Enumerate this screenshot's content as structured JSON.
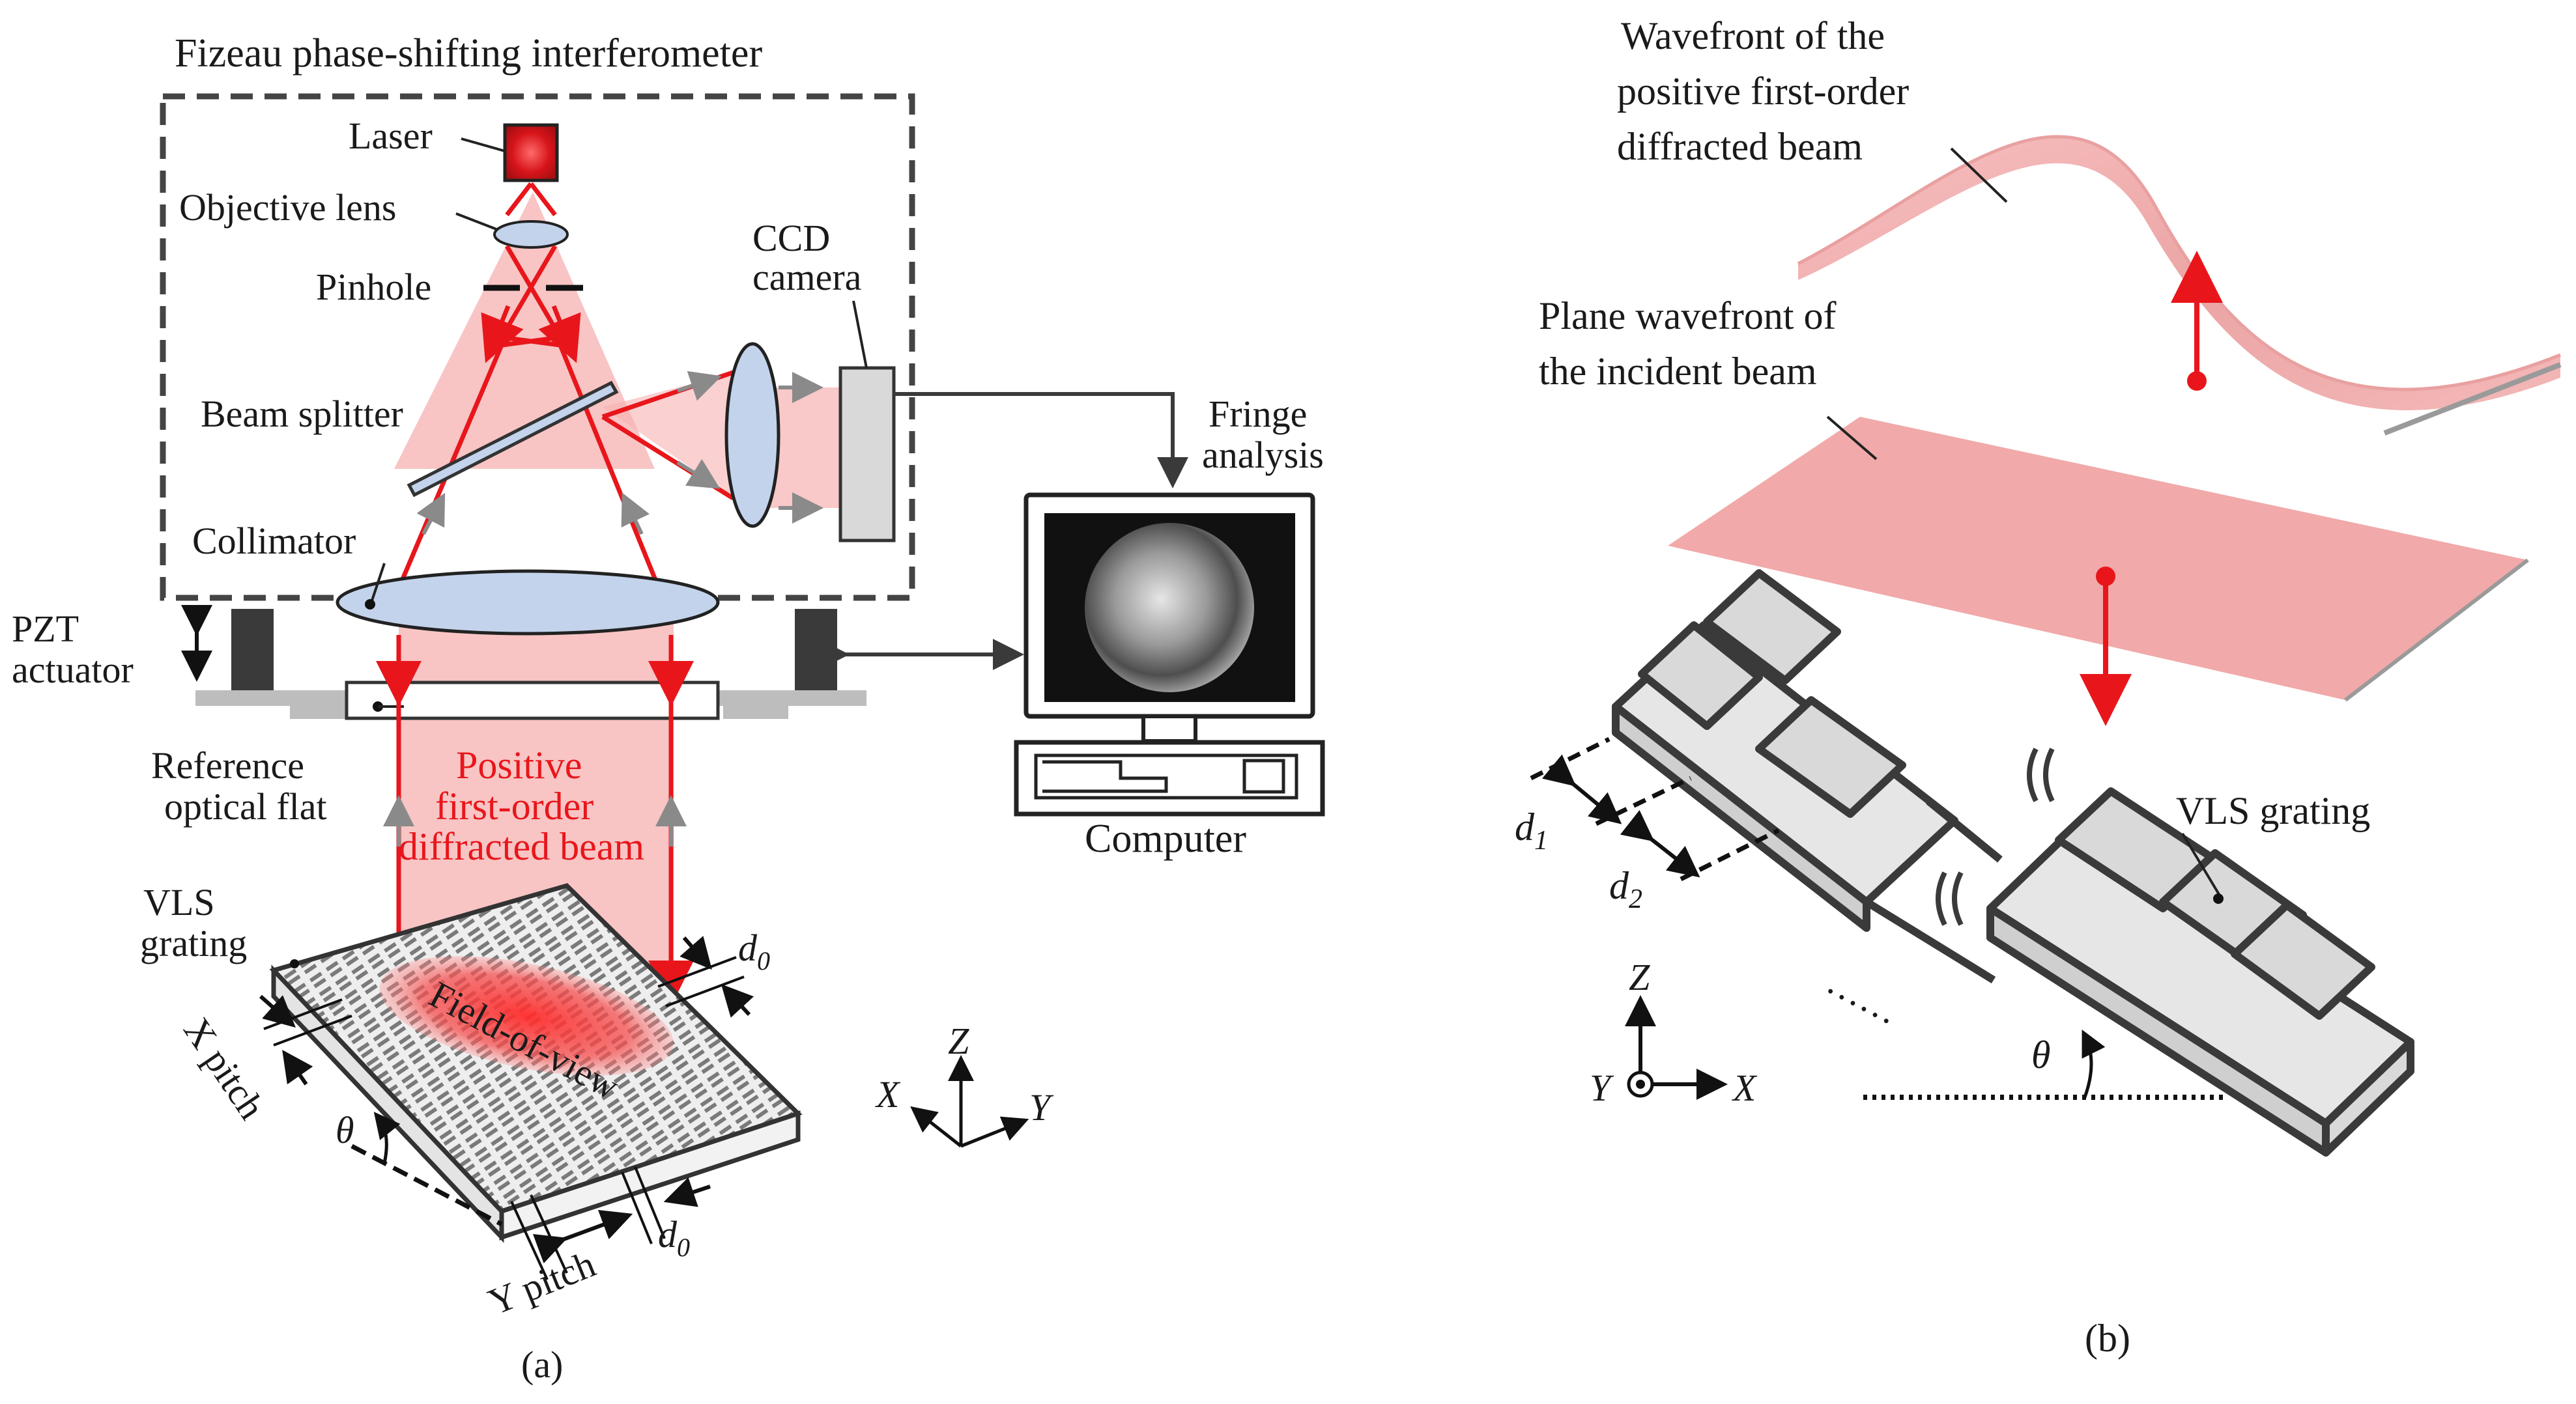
{
  "panel_a": {
    "title": "Fizeau phase-shifting interferometer",
    "laser": "Laser",
    "objective_lens": "Objective lens",
    "pinhole": "Pinhole",
    "ccd_line1": "CCD",
    "ccd_line2": "camera",
    "beam_splitter": "Beam splitter",
    "collimator": "Collimator",
    "pzt_line1": "PZT",
    "pzt_line2": "actuator",
    "fringe_line1": "Fringe",
    "fringe_line2": "analysis",
    "computer": "Computer",
    "ref_line1": "Reference",
    "ref_line2": "optical flat",
    "beam_line1": "Positive",
    "beam_line2": "first-order",
    "beam_line3": "diffracted beam",
    "vls_line1": "VLS",
    "vls_line2": "grating",
    "field_of_view": "Field-of-view",
    "x_pitch": "X pitch",
    "y_pitch": "Y pitch",
    "theta": "θ",
    "d0_symbol": "d",
    "d0_sub": "0",
    "axis_x": "X",
    "axis_y": "Y",
    "axis_z": "Z",
    "caption": "(a)"
  },
  "panel_b": {
    "wavefront_line1": "Wavefront of the",
    "wavefront_line2": "positive first-order",
    "wavefront_line3": "diffracted beam",
    "plane_line1": "Plane wavefront of",
    "plane_line2": "the incident beam",
    "vls_grating": "VLS grating",
    "d_symbol": "d",
    "d1_sub": "1",
    "d2_sub": "2",
    "theta": "θ",
    "ellipsis": "……",
    "axis_x": "X",
    "axis_y": "Y",
    "axis_z": "Z",
    "caption": "(b)"
  },
  "colors": {
    "beam_red": "#e8161b",
    "beam_fill": "#f6b0b0",
    "optic_blue": "#c3d3ec",
    "dark_gray": "#3a3a3a",
    "grating_gray": "#d9d9d9"
  }
}
